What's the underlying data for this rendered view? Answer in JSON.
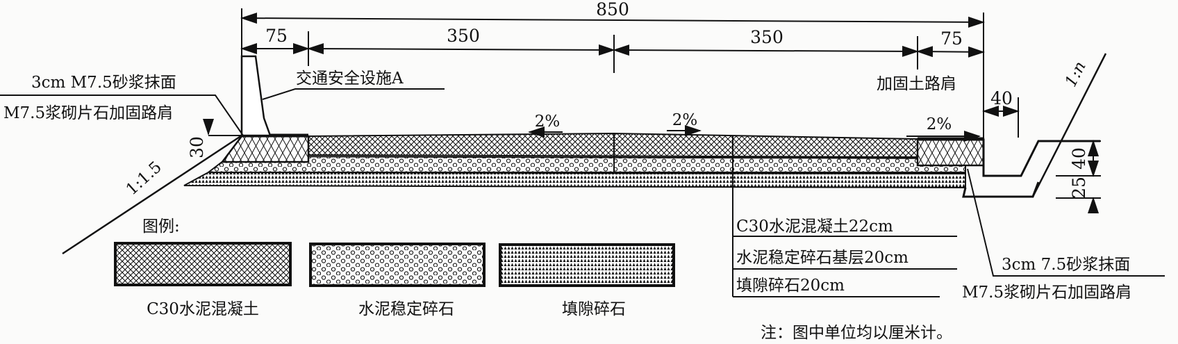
{
  "dimensions": {
    "total": "850",
    "left_shoulder": "75",
    "left_lane": "350",
    "right_lane": "350",
    "right_shoulder": "75",
    "ditch_width": "40",
    "ditch_depth": "40",
    "ditch_lining": "25",
    "shoulder_thickness": "30"
  },
  "slopes": {
    "left_embankment": "1:1.5",
    "right_cut": "1:n",
    "crossfall_left": "2%",
    "crossfall_right": "2%",
    "crossfall_shoulder": "2%"
  },
  "labels": {
    "mortar_left": "3cm M7.5砂浆抹面",
    "masonry_left": "M7.5浆砌片石加固路肩",
    "safety_facility": "交通安全设施A",
    "reinforced_shoulder": "加固土路肩",
    "mortar_right": "3cm 7.5砂浆抹面",
    "masonry_right": "M7.5浆砌片石加固路肩"
  },
  "layers": [
    {
      "label": "C30水泥混凝土22cm"
    },
    {
      "label": "水泥稳定碎石基层20cm"
    },
    {
      "label": "填隙碎石20cm"
    }
  ],
  "legend": {
    "title": "图例:",
    "items": [
      {
        "label": "C30水泥混凝土",
        "pattern": "crosshatch"
      },
      {
        "label": "水泥稳定碎石",
        "pattern": "circles"
      },
      {
        "label": "填隙碎石",
        "pattern": "triangles"
      }
    ]
  },
  "note": "注：图中单位均以厘米计。",
  "colors": {
    "ink": "#111111",
    "paper": "#fbfbfa"
  }
}
